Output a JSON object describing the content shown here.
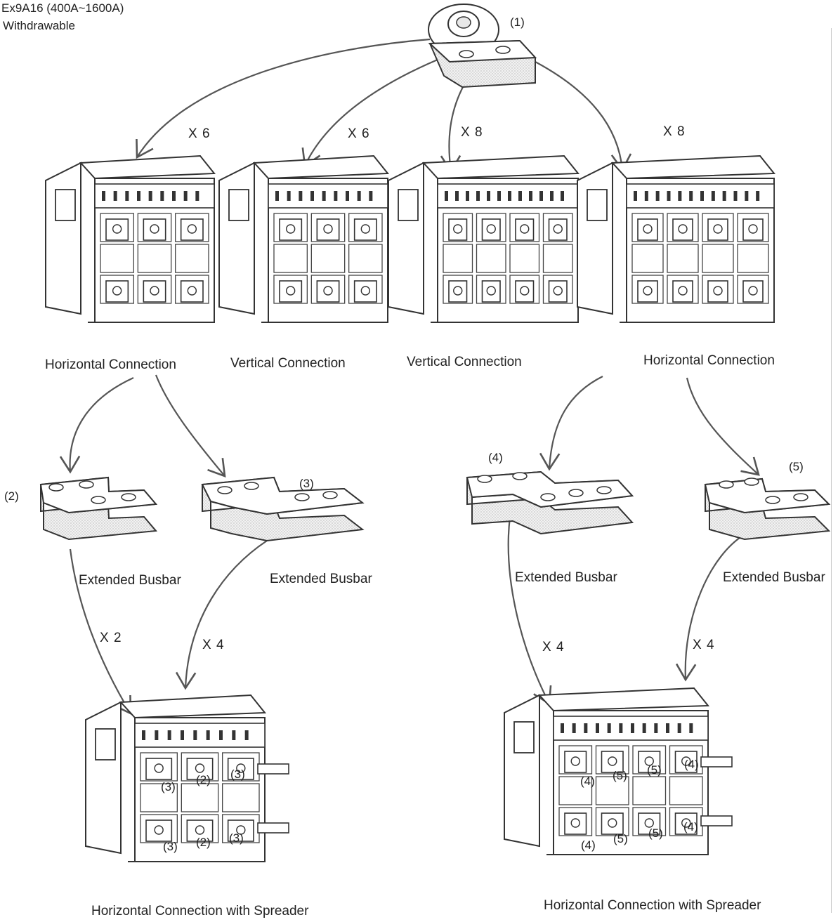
{
  "header": {
    "model": "Ex9A16 (400A~1600A)",
    "type": "Withdrawable"
  },
  "terminal_part": {
    "ref": "(1)"
  },
  "breakers": [
    {
      "label": "Horizontal Connection",
      "qty": "X 6",
      "poles": 3,
      "orientation": "horizontal"
    },
    {
      "label": "Vertical Connection",
      "qty": "X 6",
      "poles": 3,
      "orientation": "vertical"
    },
    {
      "label": "Vertical Connection",
      "qty": "X 8",
      "poles": 4,
      "orientation": "vertical"
    },
    {
      "label": "Horizontal Connection",
      "qty": "X 8",
      "poles": 4,
      "orientation": "horizontal"
    }
  ],
  "busbars": [
    {
      "ref": "(2)",
      "label": "Extended Busbar",
      "qty": "X 2"
    },
    {
      "ref": "(3)",
      "label": "Extended Busbar",
      "qty": "X 4"
    },
    {
      "ref": "(4)",
      "label": "Extended Busbar",
      "qty": "X 4"
    },
    {
      "ref": "(5)",
      "label": "Extended Busbar",
      "qty": "X 4"
    }
  ],
  "spreader_assemblies": [
    {
      "label": "Horizontal Connection with Spreader",
      "top_refs": [
        "(3)",
        "(2)",
        "(3)"
      ],
      "bottom_refs": [
        "(3)",
        "(2)",
        "(3)"
      ]
    },
    {
      "label": "Horizontal Connection with Spreader",
      "top_refs": [
        "(4)",
        "(5)",
        "(5)",
        "(4)"
      ],
      "bottom_refs": [
        "(4)",
        "(5)",
        "(5)",
        "(4)"
      ]
    }
  ]
}
